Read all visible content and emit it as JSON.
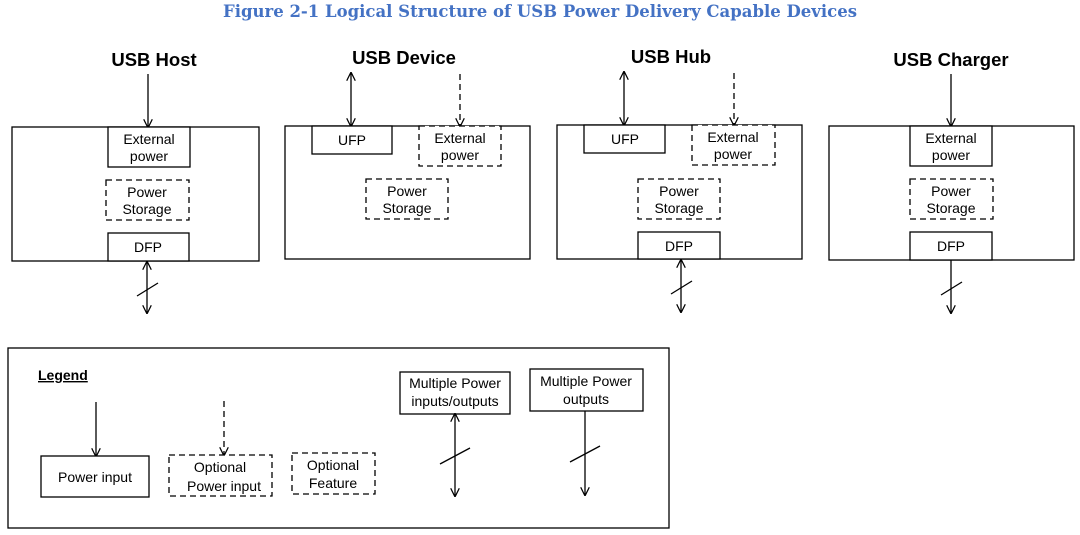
{
  "figure_title": "Figure 2-1 Logical Structure of USB Power Delivery Capable Devices",
  "devices": [
    {
      "title": "USB Host",
      "ext_line1": "External",
      "ext_line2": "power",
      "storage_line1": "Power",
      "storage_line2": "Storage",
      "dfp": "DFP"
    },
    {
      "title": "USB Device",
      "ufp": "UFP",
      "ext_line1": "External",
      "ext_line2": "power",
      "storage_line1": "Power",
      "storage_line2": "Storage"
    },
    {
      "title": "USB Hub",
      "ufp": "UFP",
      "ext_line1": "External",
      "ext_line2": "power",
      "storage_line1": "Power",
      "storage_line2": "Storage",
      "dfp": "DFP"
    },
    {
      "title": "USB Charger",
      "ext_line1": "External",
      "ext_line2": "power",
      "storage_line1": "Power",
      "storage_line2": "Storage",
      "dfp": "DFP"
    }
  ],
  "legend": {
    "title": "Legend",
    "power_input": "Power input",
    "optional_power_input_line1": "Optional",
    "optional_power_input_line2": "Power input",
    "optional_feature_line1": "Optional",
    "optional_feature_line2": "Feature",
    "multi_io_line1": "Multiple Power",
    "multi_io_line2": "inputs/outputs",
    "multi_out_line1": "Multiple Power",
    "multi_out_line2": "outputs"
  }
}
